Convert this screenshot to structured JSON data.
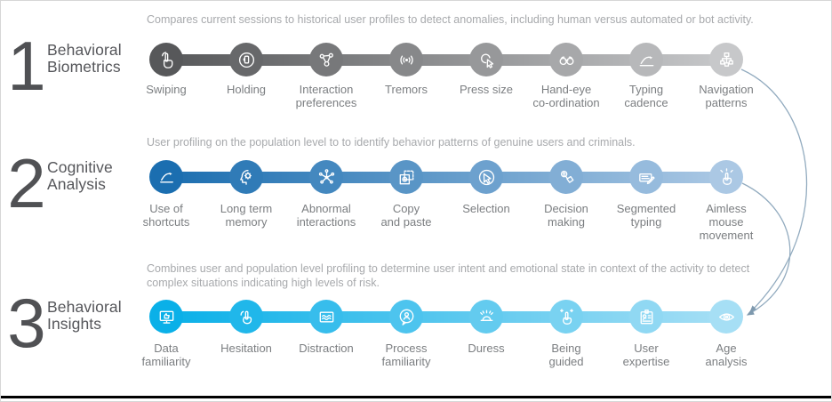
{
  "palette": {
    "background": "#FFFFFF",
    "number_color": "#505154",
    "title_color": "#55565A",
    "description_color": "#A7A9AC",
    "label_color": "#7B7E81",
    "bottom_rule_color": "#000000"
  },
  "arrows": {
    "color": "#92ABBF",
    "head_color": "#7E99AE"
  },
  "rows": [
    {
      "number": "1",
      "title": "Behavioral\nBiometrics",
      "description": "Compares current sessions to historical user profiles to detect anomalies, including human versus automated or bot activity.",
      "start_color": "#57585A",
      "end_color": "#C7C8CA",
      "items": [
        {
          "label": "Swiping",
          "icon": "swiping-hand-icon"
        },
        {
          "label": "Holding",
          "icon": "holding-phone-icon"
        },
        {
          "label": "Interaction\npreferences",
          "icon": "interaction-preferences-icon"
        },
        {
          "label": "Tremors",
          "icon": "tremors-signal-icon"
        },
        {
          "label": "Press size",
          "icon": "press-size-cursor-icon"
        },
        {
          "label": "Hand-eye\nco-ordination",
          "icon": "hand-eye-binoculars-icon"
        },
        {
          "label": "Typing\ncadence",
          "icon": "typing-cadence-icon"
        },
        {
          "label": "Navigation\npatterns",
          "icon": "navigation-patterns-sitemap-icon"
        }
      ]
    },
    {
      "number": "2",
      "title": "Cognitive\nAnalysis",
      "description": "User profiling on the population level to to identify behavior patterns of genuine users and criminals.",
      "start_color": "#1B6EB0",
      "end_color": "#ABC8E4",
      "items": [
        {
          "label": "Use of\nshortcuts",
          "icon": "shortcuts-arrow-icon"
        },
        {
          "label": "Long term\nmemory",
          "icon": "long-term-memory-head-icon"
        },
        {
          "label": "Abnormal\ninteractions",
          "icon": "abnormal-interactions-network-icon"
        },
        {
          "label": "Copy\nand paste",
          "icon": "copy-paste-icon"
        },
        {
          "label": "Selection",
          "icon": "selection-cursor-icon"
        },
        {
          "label": "Decision\nmaking",
          "icon": "decision-making-icon"
        },
        {
          "label": "Segmented\ntyping",
          "icon": "segmented-typing-icon"
        },
        {
          "label": "Aimless\nmouse\nmovement",
          "icon": "aimless-mouse-icon"
        }
      ]
    },
    {
      "number": "3",
      "title": "Behavioral\nInsights",
      "description": "Combines user and population level profiling to determine user intent and emotional state in context of the activity to detect complex situations indicating high levels of risk.",
      "start_color": "#0AB0E8",
      "end_color": "#A6DFF5",
      "items": [
        {
          "label": "Data\nfamiliarity",
          "icon": "data-familiarity-monitor-icon"
        },
        {
          "label": "Hesitation",
          "icon": "hesitation-hand-icon"
        },
        {
          "label": "Distraction",
          "icon": "distraction-waves-icon"
        },
        {
          "label": "Process\nfamiliarity",
          "icon": "process-familiarity-bubble-icon"
        },
        {
          "label": "Duress",
          "icon": "duress-alarm-icon"
        },
        {
          "label": "Being\nguided",
          "icon": "being-guided-hand-icon"
        },
        {
          "label": "User\nexpertise",
          "icon": "user-expertise-badge-icon"
        },
        {
          "label": "Age\nanalysis",
          "icon": "age-analysis-eye-icon"
        }
      ]
    }
  ]
}
